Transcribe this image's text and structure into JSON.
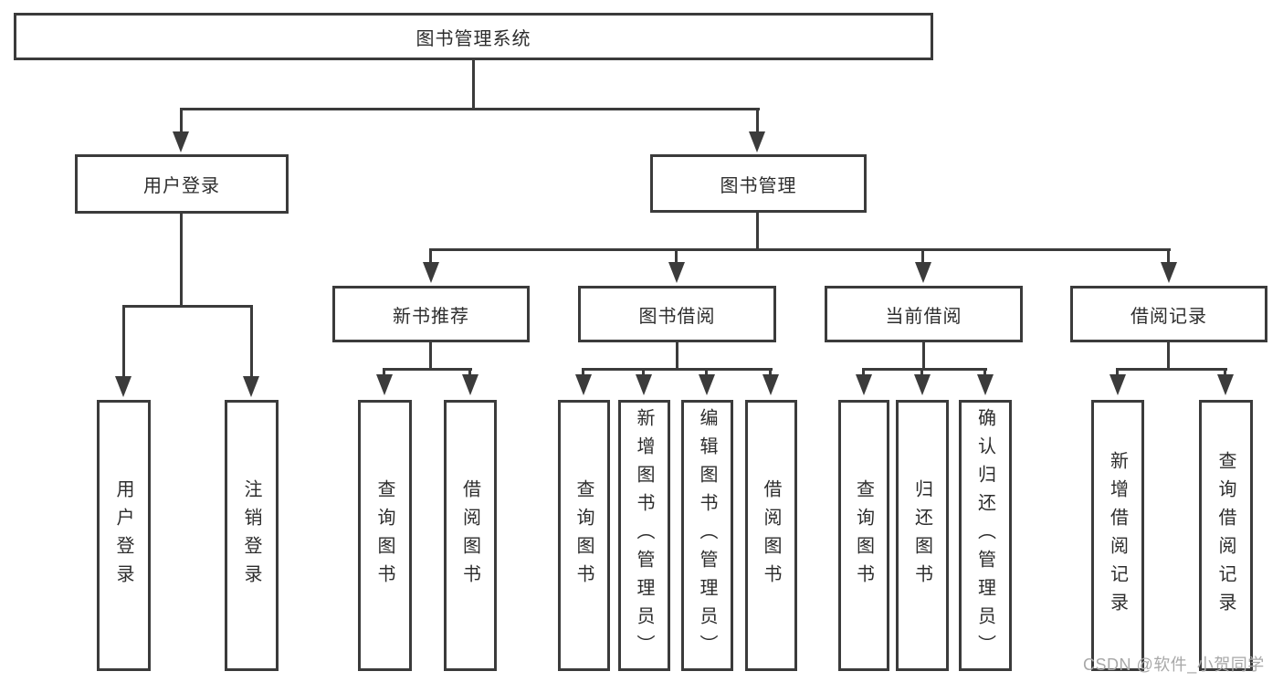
{
  "diagram": {
    "root": {
      "label": "图书管理系统"
    },
    "level2": [
      {
        "label": "用户登录"
      },
      {
        "label": "图书管理"
      }
    ],
    "level3": [
      {
        "label": "新书推荐"
      },
      {
        "label": "图书借阅"
      },
      {
        "label": "当前借阅"
      },
      {
        "label": "借阅记录"
      }
    ],
    "leaves": {
      "user": [
        "用户登录",
        "注销登录"
      ],
      "recommend": [
        "查询图书",
        "借阅图书"
      ],
      "borrow": [
        "查询图书",
        "新增图书（管理员）",
        "编辑图书（管理员）",
        "借阅图书"
      ],
      "current": [
        "查询图书",
        "归还图书",
        "确认归还（管理员）"
      ],
      "records": [
        "新增借阅记录",
        "查询借阅记录"
      ]
    }
  },
  "watermark": {
    "text": "CSDN @软件_小贺同学"
  },
  "colors": {
    "line": "#3b3b3b",
    "text": "#2d2d2d",
    "background": "#ffffff",
    "watermark": "#a8a8a8"
  }
}
